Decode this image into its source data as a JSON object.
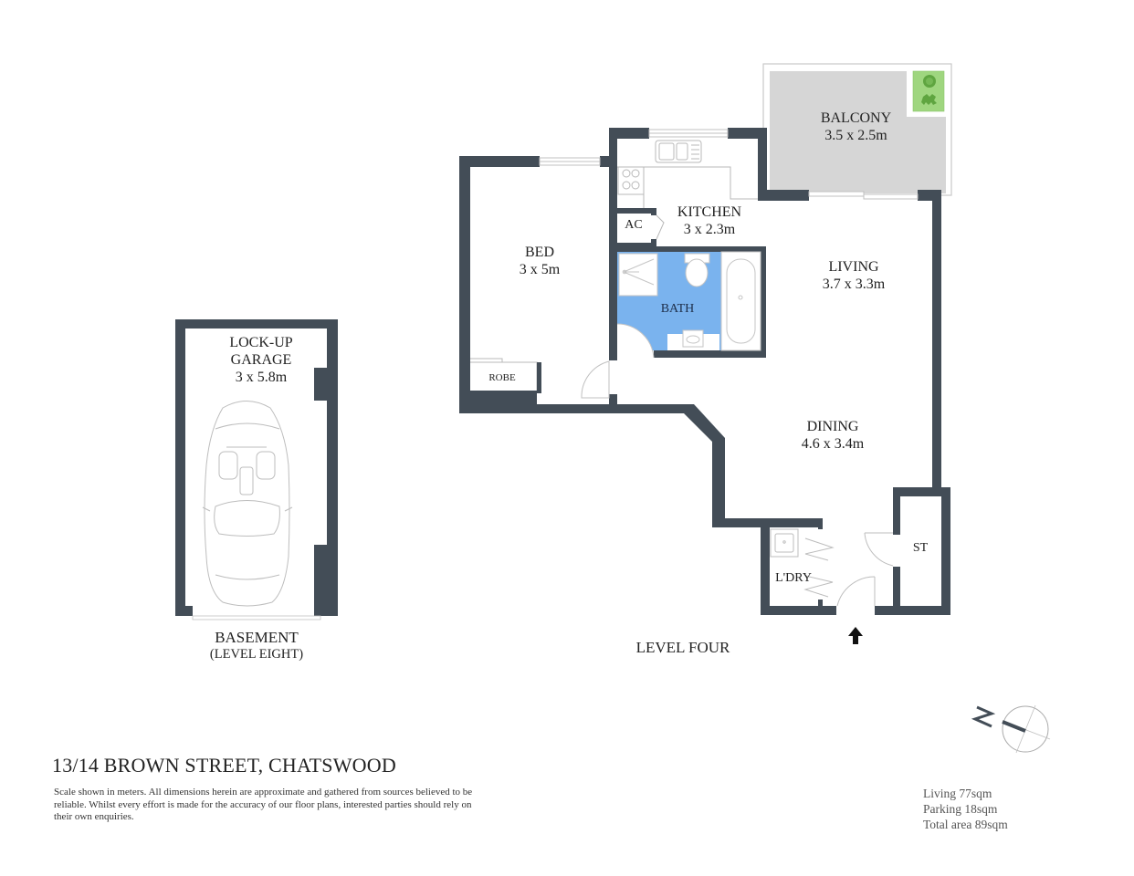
{
  "property": {
    "address": "13/14 BROWN STREET, CHATSWOOD",
    "disclaimer": "Scale shown in meters. All dimensions herein are approximate and gathered from sources believed to be  reliable. Whilst every effort is made for the accuracy of our floor plans, interested parties should rely on their own enquiries."
  },
  "areas": [
    {
      "label": "Living 77sqm"
    },
    {
      "label": "Parking 18sqm"
    },
    {
      "label": "Total area 89sqm"
    }
  ],
  "levels": {
    "main": "LEVEL FOUR",
    "basement": "BASEMENT",
    "basement_sub": "(LEVEL EIGHT)"
  },
  "rooms": {
    "balcony": {
      "name": "BALCONY",
      "size": "3.5 x 2.5m"
    },
    "kitchen": {
      "name": "KITCHEN",
      "size": "3 x 2.3m"
    },
    "ac": {
      "name": "AC"
    },
    "bed": {
      "name": "BED",
      "size": "3 x 5m"
    },
    "bath": {
      "name": "BATH"
    },
    "robe": {
      "name": "ROBE"
    },
    "living": {
      "name": "LIVING",
      "size": "3.7 x 3.3m"
    },
    "dining": {
      "name": "DINING",
      "size": "4.6 x 3.4m"
    },
    "laundry": {
      "name": "L'DRY"
    },
    "storage": {
      "name": "ST"
    },
    "garage": {
      "name_line1": "LOCK-UP",
      "name_line2": "GARAGE",
      "size": "3 x 5.8m"
    }
  },
  "colors": {
    "wall": "#434d57",
    "balcony_fill": "#d6d6d6",
    "bath_fill": "#7ab3ee",
    "planter_fill": "#9fd67f",
    "fixture_line": "#b8b8b8"
  },
  "icons": {
    "compass": "north-compass-icon",
    "entry_arrow": "entry-arrow-icon",
    "car": "car-icon"
  }
}
